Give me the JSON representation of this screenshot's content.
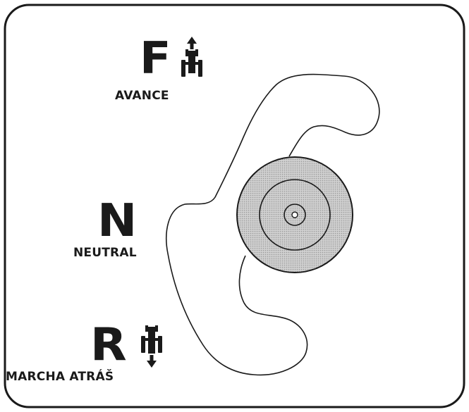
{
  "gears": {
    "forward": {
      "letter": "F",
      "label": "AVANCE"
    },
    "neutral": {
      "letter": "N",
      "label": "NEUTRAL"
    },
    "reverse": {
      "letter": "R",
      "label": "MARCHA ATRÁŠ"
    }
  },
  "icons": {
    "forward_icon": "tractor-forward-arrow-icon",
    "reverse_icon": "tractor-reverse-arrow-icon",
    "lever_knob": "shift-lever-knob"
  },
  "colors": {
    "outline": "#1a1a1a",
    "knob_fill": "#c4c4c4",
    "background": "#ffffff"
  }
}
